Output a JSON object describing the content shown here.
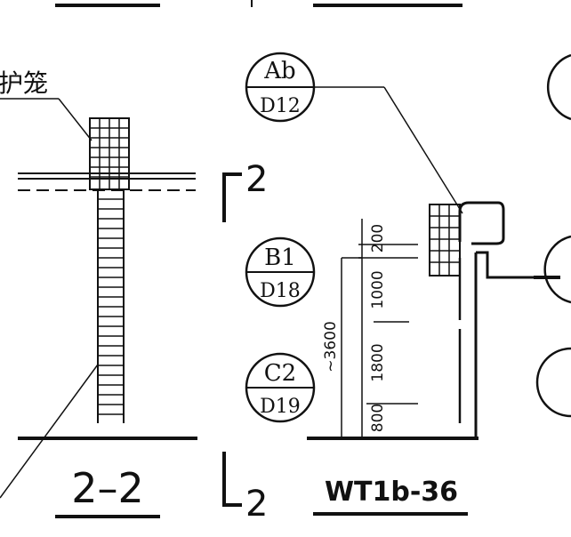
{
  "drawing": {
    "cage_label": "护笼",
    "section_title": "2–2",
    "section_mark_top": "2",
    "section_mark_bottom": "2",
    "detail_code": "WT1b-36",
    "callouts": [
      {
        "top": "Ab",
        "bottom": "D12"
      },
      {
        "top": "B1",
        "bottom": "D18"
      },
      {
        "top": "C2",
        "bottom": "D19"
      }
    ],
    "dimensions": {
      "total": "~3600",
      "segments": [
        "200",
        "1000",
        "1800",
        "800"
      ]
    }
  }
}
